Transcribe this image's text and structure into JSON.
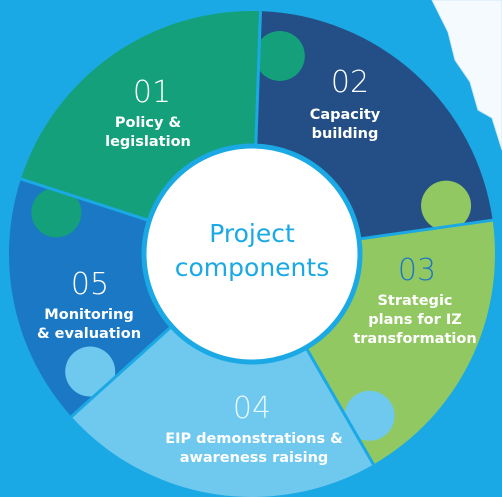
{
  "colors": {
    "background": "#1aa9e4",
    "center_fill": "#ffffff",
    "center_text": "#1aa9e4"
  },
  "center": {
    "lines": [
      "Project",
      "components"
    ]
  },
  "segments": [
    {
      "number": "01",
      "lines": [
        "Policy &",
        "legislation"
      ],
      "color": "#13a07a",
      "number_color": "#ffffff"
    },
    {
      "number": "02",
      "lines": [
        "Capacity",
        "building"
      ],
      "color": "#234f86",
      "number_color": "#ffffff"
    },
    {
      "number": "03",
      "lines": [
        "Strategic",
        "plans for IZ",
        "transformation"
      ],
      "color": "#92c862",
      "number_color": "#1e77c2"
    },
    {
      "number": "04",
      "lines": [
        "EIP demonstrations &",
        "awareness raising"
      ],
      "color": "#6fc8ee",
      "number_color": "#e9f7fd"
    },
    {
      "number": "05",
      "lines": [
        "Monitoring",
        "& evaluation"
      ],
      "color": "#1b78c4",
      "number_color": "#ffffff"
    }
  ]
}
